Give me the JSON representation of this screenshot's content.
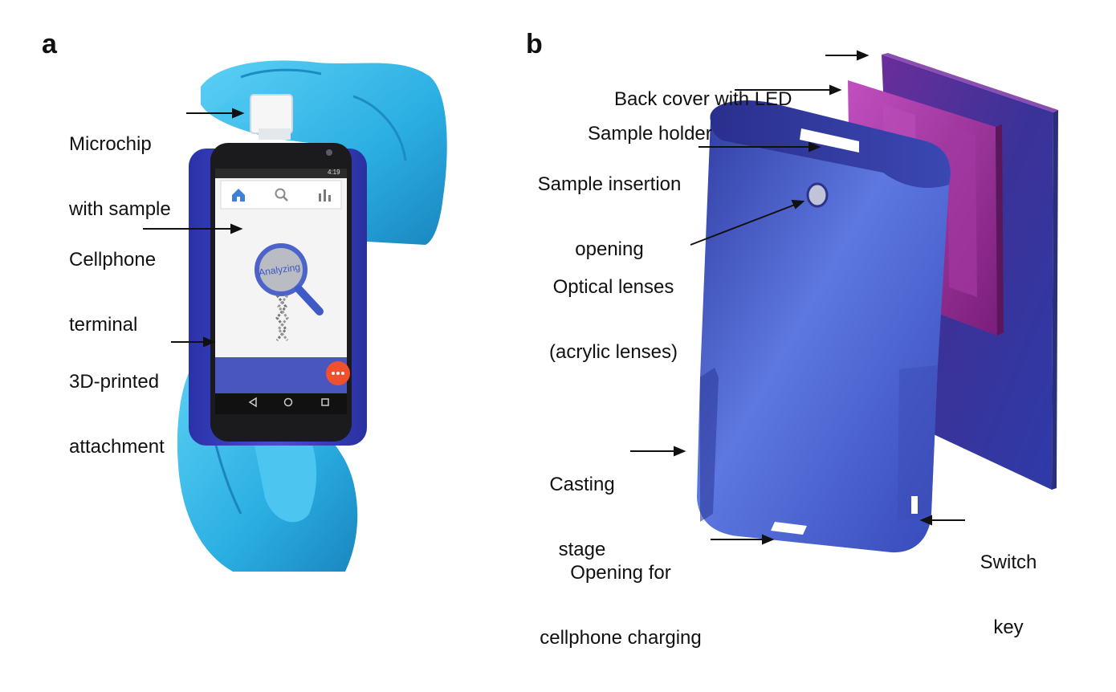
{
  "panel_a": {
    "letter": "a",
    "labels": {
      "microchip": [
        "Microchip",
        "with sample"
      ],
      "terminal": [
        "Cellphone",
        "terminal"
      ],
      "attachment": [
        "3D-printed",
        "attachment"
      ]
    },
    "screen": {
      "status_time": "4:19",
      "analyzing_text": "Analyzing"
    },
    "icons": [
      "home-icon",
      "search-icon",
      "bar-chart-icon",
      "more-icon",
      "back-icon",
      "home-circle-icon",
      "recents-icon"
    ],
    "colors": {
      "glove": "#2fb6e6",
      "case": "#3340c4",
      "fab": "#f1502f",
      "screen": "#f4f4f4"
    }
  },
  "panel_b": {
    "letter": "b",
    "labels": {
      "back_cover": [
        "Back cover with LED"
      ],
      "sample_holder": [
        "Sample holder"
      ],
      "insertion": [
        "Sample insertion",
        "opening"
      ],
      "lenses": [
        "Optical lenses",
        "(acrylic lenses)"
      ],
      "casting": [
        "Casting",
        "stage"
      ],
      "charging": [
        "Opening for",
        "cellphone charging"
      ],
      "switch": [
        "Switch",
        "key"
      ]
    },
    "colors": {
      "shell": "#4b5fd8",
      "holder": "#a0309e",
      "cover": "#4a2a88"
    }
  }
}
